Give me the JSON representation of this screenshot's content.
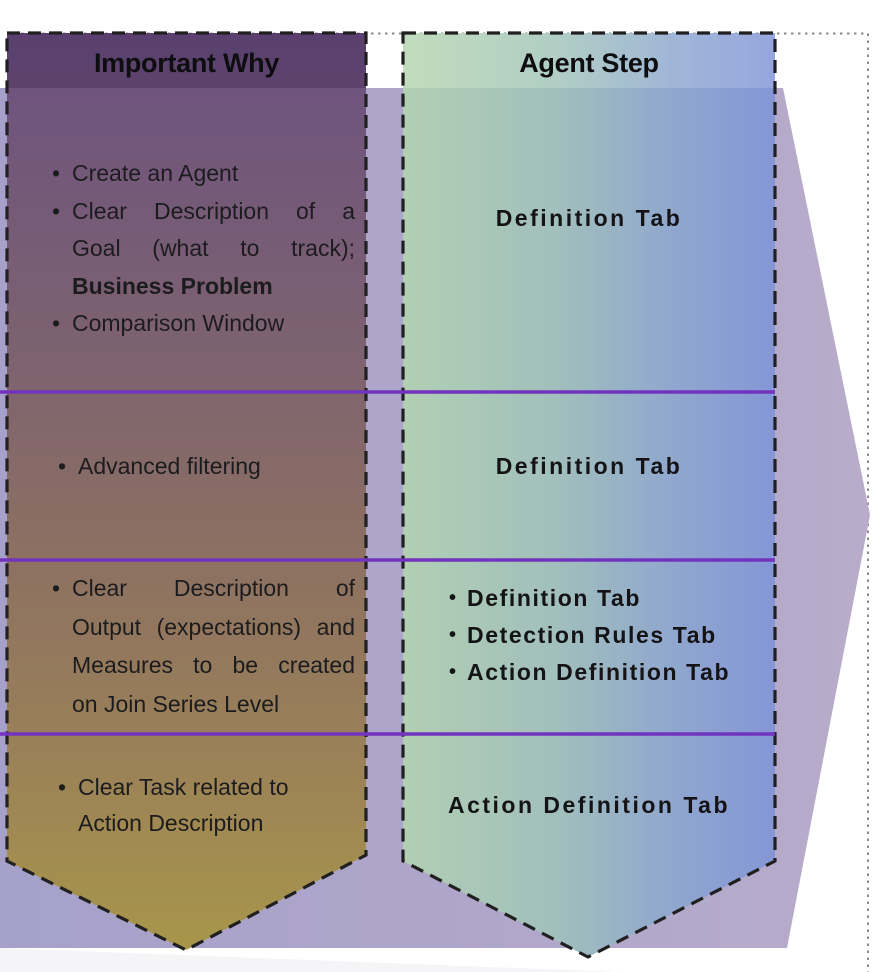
{
  "left": {
    "title": "Important Why",
    "r1_i1": "Create an Agent",
    "r1_i2_l1": "Clear Description of a",
    "r1_i2_l2": "Goal (what to track);",
    "r1_i2_l3": "Business Problem",
    "r1_i3": "Comparison Window",
    "r2_i1": "Advanced filtering",
    "r3_l1": "Clear Description of",
    "r3_l2": "Output (expectations) and",
    "r3_l3": "Measures to be created",
    "r3_l4": "on Join Series Level",
    "r4_l1": "Clear Task related to",
    "r4_l2": "Action Description"
  },
  "right": {
    "title": "Agent Step",
    "r1": "Definition Tab",
    "r2": "Definition Tab",
    "r3_i1": "Definition Tab",
    "r3_i2": "Detection Rules Tab",
    "r3_i3": "Action Definition Tab",
    "r4": "Action Definition Tab"
  },
  "colors": {
    "left_banner_top": "#5e4278",
    "left_banner_mid": "#8b6f63",
    "left_banner_bottom": "#a8964a",
    "right_banner_left": "#b5d6b0",
    "right_banner_right": "#8296d8",
    "background_arrow_left": "#a6a1ca",
    "background_arrow_right": "#b8acca",
    "divider_line": "#7233bf",
    "dashed_border": "#202020",
    "dotted_frame": "#8a8a8a",
    "text": "#1c1c1e"
  }
}
